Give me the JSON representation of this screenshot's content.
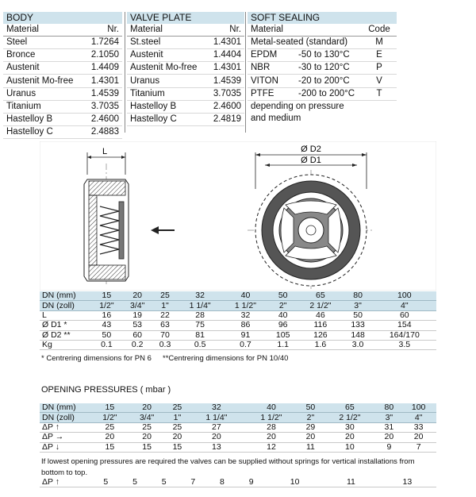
{
  "body_table": {
    "title": "BODY",
    "col_material": "Material",
    "col_nr": "Nr.",
    "rows": [
      {
        "material": "Steel",
        "nr": "1.7264"
      },
      {
        "material": "Bronce",
        "nr": "2.1050"
      },
      {
        "material": "Austenit",
        "nr": "1.4409"
      },
      {
        "material": "Austenit Mo-free",
        "nr": "1.4301"
      },
      {
        "material": "Uranus",
        "nr": "1.4539"
      },
      {
        "material": "Titanium",
        "nr": "3.7035"
      },
      {
        "material": "Hastelloy B",
        "nr": "2.4600"
      },
      {
        "material": "Hastelloy C",
        "nr": "2.4883"
      }
    ]
  },
  "valve_table": {
    "title": "VALVE  PLATE",
    "col_material": "Material",
    "col_nr": "Nr.",
    "rows": [
      {
        "material": "St.steel",
        "nr": "1.4301"
      },
      {
        "material": "Austenit",
        "nr": "1.4404"
      },
      {
        "material": "Austenit Mo-free",
        "nr": "1.4301"
      },
      {
        "material": "Uranus",
        "nr": "1.4539"
      },
      {
        "material": "Titanium",
        "nr": "3.7035"
      },
      {
        "material": "Hastelloy B",
        "nr": "2.4600"
      },
      {
        "material": "Hastelloy C",
        "nr": "2.4819"
      }
    ]
  },
  "soft_table": {
    "title": "SOFT SEALING",
    "col_material": "Material",
    "col_code": "Code",
    "rows": [
      {
        "material": "Metal-seated (standard)",
        "range": "",
        "code": "M"
      },
      {
        "material": "EPDM",
        "range": "-50 to 130°C",
        "code": "E"
      },
      {
        "material": "NBR",
        "range": "-30 to 120°C",
        "code": "P"
      },
      {
        "material": "VITON",
        "range": "-20 to 200°C",
        "code": "V"
      },
      {
        "material": "PTFE",
        "range": "-200 to 200°C",
        "code": "T"
      }
    ],
    "note_line1": "depending on pressure",
    "note_line2": "and medium"
  },
  "drawing": {
    "label_l": "L",
    "label_d2": "Ø D2",
    "label_d1": "Ø D1"
  },
  "dimensions": {
    "rows": [
      {
        "label": "DN (mm)",
        "values": [
          "15",
          "20",
          "25",
          "32",
          "40",
          "50",
          "65",
          "80",
          "100"
        ]
      },
      {
        "label": "DN (zoll)",
        "values": [
          "1/2\"",
          "3/4\"",
          "1\"",
          "1 1/4\"",
          "1 1/2\"",
          "2\"",
          "2 1/2\"",
          "3\"",
          "4\""
        ]
      },
      {
        "label": "L",
        "values": [
          "16",
          "19",
          "22",
          "28",
          "32",
          "40",
          "46",
          "50",
          "60"
        ]
      },
      {
        "label": "Ø D1  *",
        "values": [
          "43",
          "53",
          "63",
          "75",
          "86",
          "96",
          "116",
          "133",
          "154"
        ]
      },
      {
        "label": "Ø D2 **",
        "values": [
          "50",
          "60",
          "70",
          "81",
          "91",
          "105",
          "126",
          "148",
          "164/170"
        ]
      },
      {
        "label": "Kg",
        "values": [
          "0.1",
          "0.2",
          "0.3",
          "0.5",
          "0.7",
          "1.1",
          "1.6",
          "3.0",
          "3.5"
        ]
      }
    ],
    "footnote_1": "* Centrering dimensions for PN 6",
    "footnote_2": "**Centrering dimensions for PN 10/40"
  },
  "opening": {
    "title": "OPENING PRESSURES ( mbar )",
    "rows": [
      {
        "label": "DN (mm)",
        "values": [
          "15",
          "20",
          "25",
          "32",
          "40",
          "50",
          "65",
          "80",
          "100"
        ]
      },
      {
        "label": "DN (zoll)",
        "values": [
          "1/2\"",
          "3/4\"",
          "1\"",
          "1 1/4\"",
          "1 1/2\"",
          "2\"",
          "2 1/2\"",
          "3\"",
          "4\""
        ]
      },
      {
        "label": "ΔP ↑",
        "values": [
          "25",
          "25",
          "25",
          "27",
          "28",
          "29",
          "30",
          "31",
          "33"
        ]
      },
      {
        "label": "ΔP →",
        "values": [
          "20",
          "20",
          "20",
          "20",
          "20",
          "20",
          "20",
          "20",
          "20"
        ]
      },
      {
        "label": "ΔP ↓",
        "values": [
          "15",
          "15",
          "15",
          "13",
          "12",
          "11",
          "10",
          "9",
          "7"
        ]
      }
    ],
    "note": "If lowest opening pressures are required the valves can be supplied without springs for vertical installations from bottom to top.",
    "last_row": {
      "label": "ΔP ↑",
      "values": [
        "5",
        "5",
        "5",
        "7",
        "8",
        "9",
        "10",
        "11",
        "13"
      ]
    }
  }
}
